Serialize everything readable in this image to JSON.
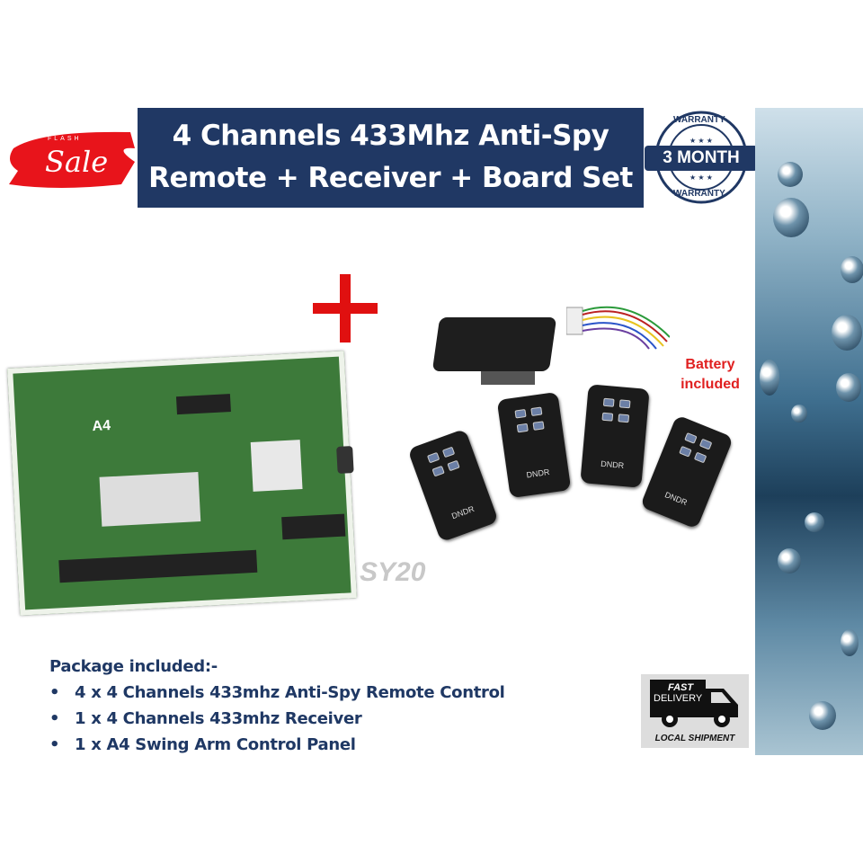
{
  "flash_sale": {
    "top": "FLASH",
    "script": "Sale"
  },
  "title": {
    "line1": "4 Channels 433Mhz Anti-Spy",
    "line2": "Remote + Receiver + Board Set"
  },
  "warranty": {
    "top": "WARRANTY",
    "middle": "3 MONTH",
    "bottom": "WARRANTY"
  },
  "board_watermark": "SY20",
  "board_label": "A4",
  "battery_note": {
    "line1": "Battery",
    "line2": "included"
  },
  "remote_brand": "DNDR",
  "package": {
    "heading": "Package included:-",
    "bullet": "•",
    "items": [
      "4 x 4 Channels 433mhz Anti-Spy Remote Control",
      "1 x 4 Channels 433mhz Receiver",
      "1 x A4 Swing Arm Control Panel"
    ]
  },
  "delivery": {
    "line1": "FAST",
    "line2": "DELIVERY",
    "footer": "LOCAL SHIPMENT"
  },
  "colors": {
    "banner": "#203864",
    "accent_red": "#e02020",
    "text_navy": "#1f3864"
  }
}
